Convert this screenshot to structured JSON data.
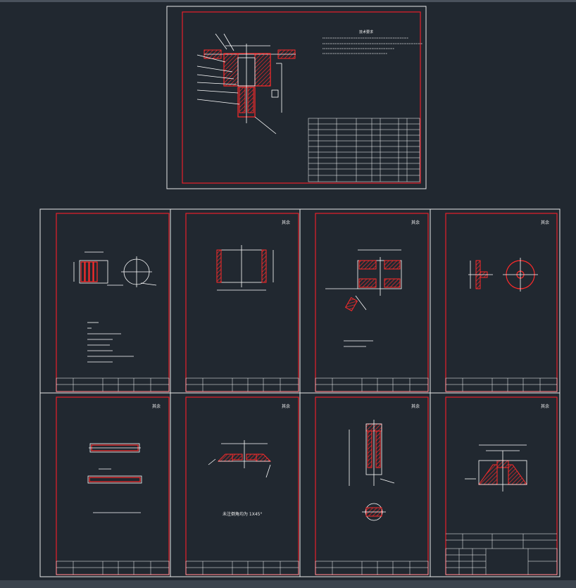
{
  "app": {
    "accent": "#e8202a",
    "background": "#212830",
    "line_color": "#ffffff"
  },
  "sheets": [
    {
      "id": "assembly",
      "note_title": "技术要求"
    },
    {
      "id": "part-1"
    },
    {
      "id": "part-2",
      "stamp": "其余"
    },
    {
      "id": "part-3",
      "stamp": "其余"
    },
    {
      "id": "part-4",
      "stamp": "其余"
    },
    {
      "id": "part-5",
      "stamp": "其余"
    },
    {
      "id": "part-6",
      "stamp": "其余"
    },
    {
      "id": "part-7",
      "stamp": "其余"
    },
    {
      "id": "part-8",
      "stamp": "其余"
    }
  ],
  "labels": {
    "part6_caption": "未注倒角均为 1X45°"
  }
}
